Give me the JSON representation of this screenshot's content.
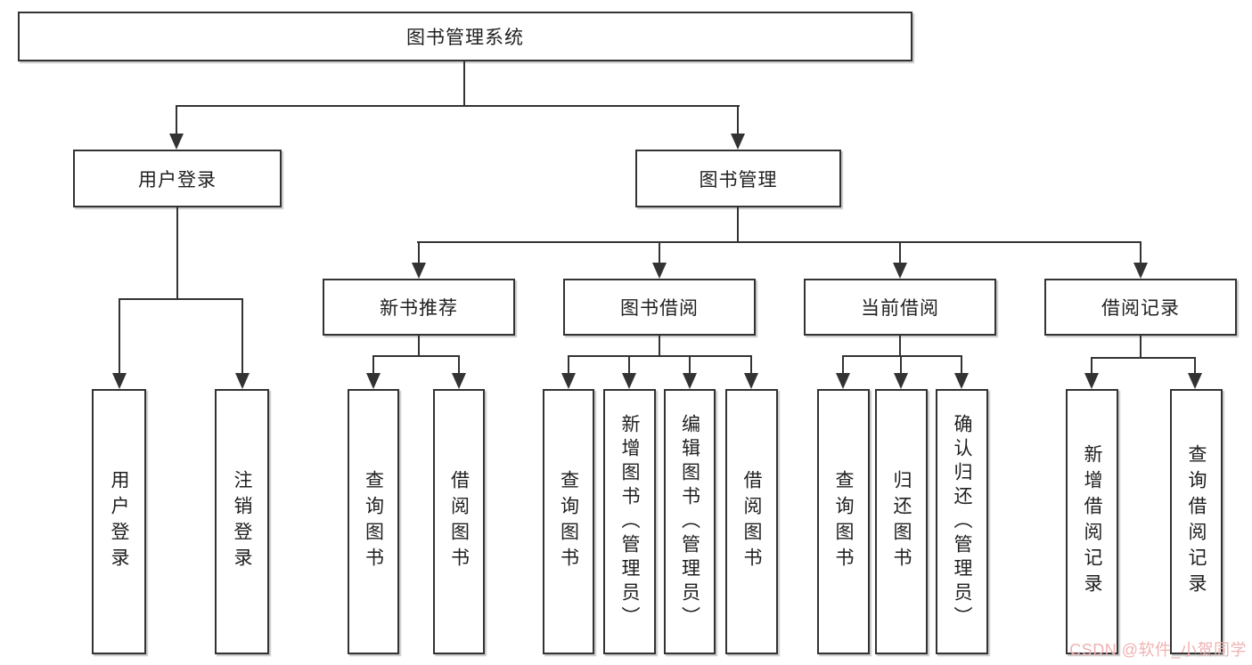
{
  "diagram": {
    "title": "图书管理系统",
    "watermark": "CSDN @软件_小贺同学",
    "colors": {
      "line": "#333333",
      "text": "#1f1f1f",
      "watermark": "#f0b2b2",
      "background": "#ffffff"
    },
    "nodes": {
      "root": "图书管理系统",
      "user_login": "用户登录",
      "book_mgmt": "图书管理",
      "user_login_children": [
        "用户登录",
        "注销登录"
      ],
      "new_book": "新书推荐",
      "new_book_children": [
        "查询图书",
        "借阅图书"
      ],
      "borrow": "图书借阅",
      "borrow_children": [
        "查询图书",
        "新增图书（管理员）",
        "编辑图书（管理员）",
        "借阅图书"
      ],
      "current": "当前借阅",
      "current_children": [
        "查询图书",
        "归还图书",
        "确认归还（管理员）"
      ],
      "records": "借阅记录",
      "records_children": [
        "新增借阅记录",
        "查询借阅记录"
      ]
    }
  }
}
